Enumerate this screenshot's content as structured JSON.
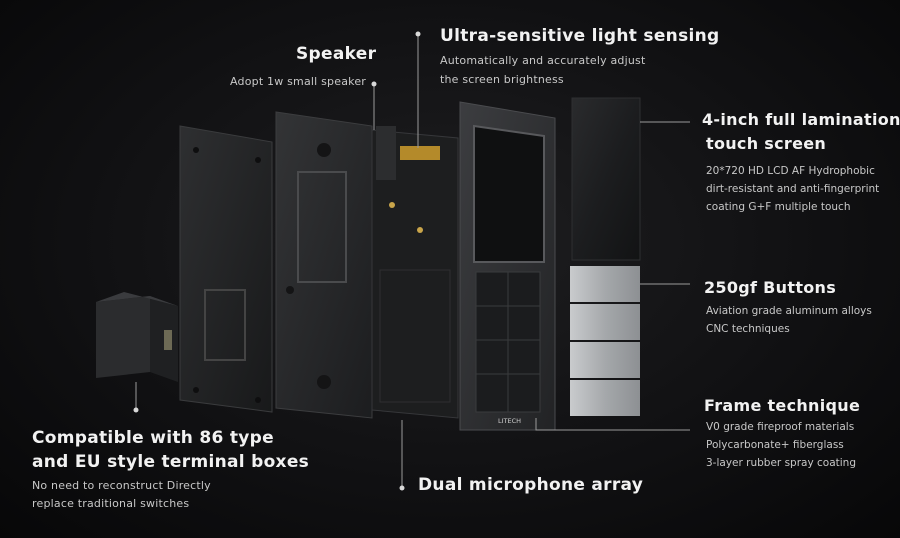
{
  "callouts": {
    "speaker": {
      "title": "Speaker",
      "desc": "Adopt 1w small speaker"
    },
    "light_sensing": {
      "title": "Ultra-sensitive light sensing",
      "desc_1": "Automatically and accurately adjust",
      "desc_2": "the screen brightness"
    },
    "touch_screen": {
      "title_1": "4-inch full lamination",
      "title_2": "touch screen",
      "desc_1": "20*720 HD LCD  AF Hydrophobic",
      "desc_2": "dirt-resistant and anti-fingerprint",
      "desc_3": "coating  G+F multiple touch"
    },
    "buttons": {
      "title": "250gf Buttons",
      "desc_1": "Aviation grade aluminum alloys",
      "desc_2": "CNC techniques"
    },
    "frame": {
      "title": "Frame technique",
      "desc_1": "V0 grade fireproof materials",
      "desc_2": "Polycarbonate+ fiberglass",
      "desc_3": "3-layer rubber spray coating"
    },
    "terminal_boxes": {
      "title_1": "Compatible with 86 type",
      "title_2": "and EU style terminal boxes",
      "desc_1": "No need to reconstruct  Directly",
      "desc_2": "replace traditional switches"
    },
    "microphone": {
      "title": "Dual microphone array"
    }
  },
  "frame_logo": "LITECH",
  "colors": {
    "background": "#111113",
    "heading": "#f2f2f2",
    "body_text": "#c8c8c8",
    "leader_line": "#9a9a9a",
    "panel_aluminum": "#a9acaf",
    "screen": "#1a1b1d"
  }
}
